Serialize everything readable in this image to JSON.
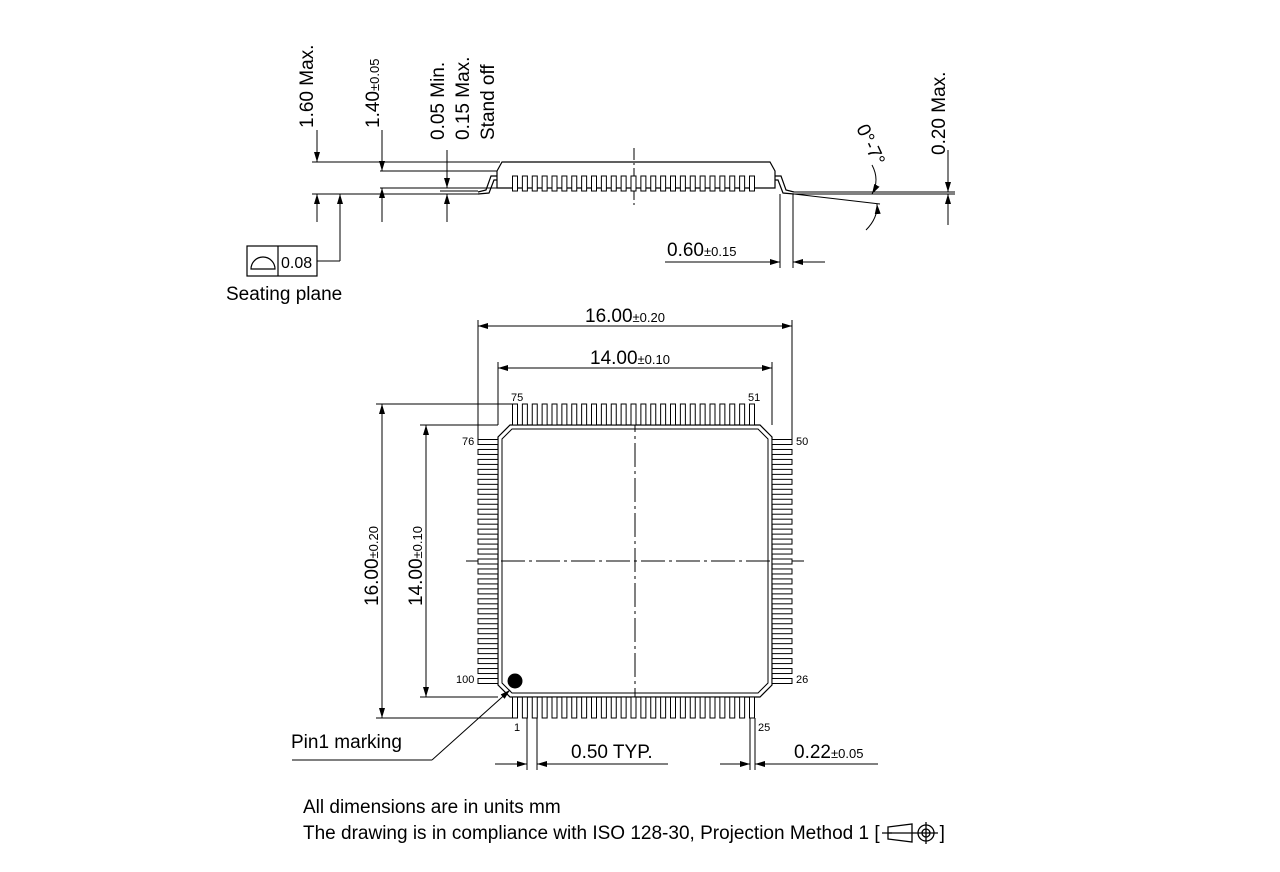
{
  "side_view": {
    "dim_total_height": "1.60 Max.",
    "dim_body_value": "1.40",
    "dim_body_tol": "±0.05",
    "dim_standoff_min": "0.05 Min.",
    "dim_standoff_max": "0.15 Max.",
    "dim_standoff_label": "Stand off",
    "dim_lead_thickness": "0.20 Max.",
    "dim_angle": "0°-7°",
    "dim_foot_value": "0.60",
    "dim_foot_tol": "±0.15",
    "coplanarity_value": "0.08",
    "seating_plane_label": "Seating plane"
  },
  "top_view": {
    "dim_overall_width_value": "16.00",
    "dim_overall_width_tol": "±0.20",
    "dim_body_width_value": "14.00",
    "dim_body_width_tol": "±0.10",
    "dim_overall_height_value": "16.00",
    "dim_overall_height_tol": "±0.20",
    "dim_body_height_value": "14.00",
    "dim_body_height_tol": "±0.10",
    "dim_pitch": "0.50 TYP.",
    "dim_lead_width_value": "0.22",
    "dim_lead_width_tol": "±0.05",
    "pin_labels": {
      "p1": "1",
      "p25": "25",
      "p26": "26",
      "p50": "50",
      "p51": "51",
      "p75": "75",
      "p76": "76",
      "p100": "100"
    },
    "pin1_marking_label": "Pin1 marking",
    "pins_per_side": 25
  },
  "notes": {
    "line1": "All dimensions are in units mm",
    "line2_prefix": "The drawing is in compliance with ISO 128-30, Projection Method 1 [",
    "line2_suffix": "]"
  }
}
